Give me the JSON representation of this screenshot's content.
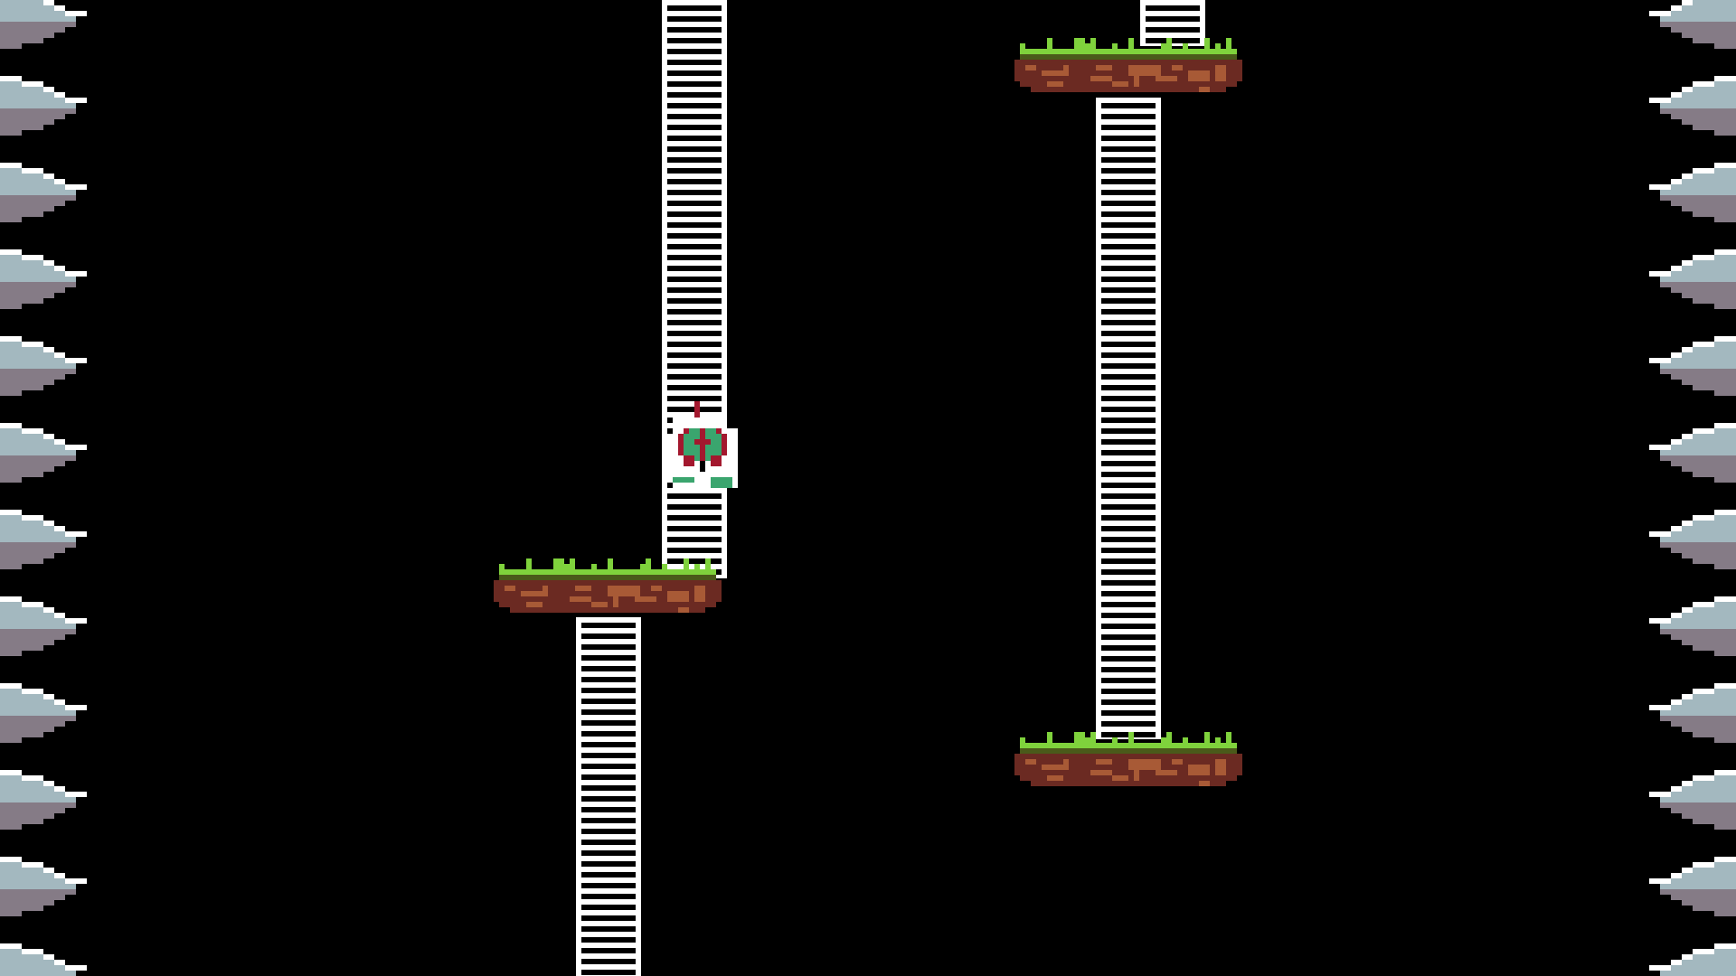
{
  "game": {
    "background_color": "#000000",
    "colors": {
      "spike_light": "#a3b8bf",
      "spike_dark": "#857b86",
      "spike_highlight": "#ffffff",
      "ladder": "#ffffff",
      "grass": "#7fd23c",
      "grass_shadow": "#4a5a1a",
      "dirt_dark": "#6b2a22",
      "dirt_light": "#a85a36",
      "player_body": "#ffffff",
      "player_accent": "#a3182e",
      "player_eye": "#3aa56e"
    },
    "entities": [
      "left-spike-wall",
      "right-spike-wall",
      "ladder",
      "platform",
      "player"
    ]
  }
}
